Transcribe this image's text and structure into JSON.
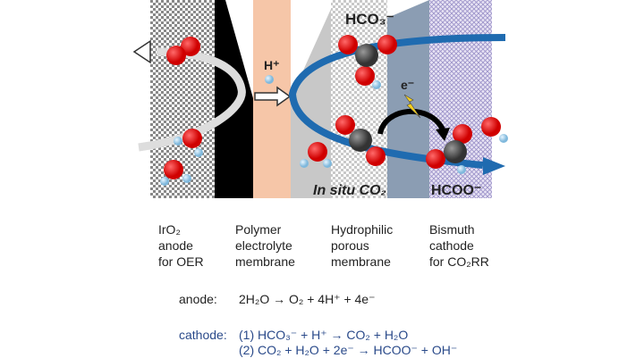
{
  "diagram": {
    "labels_in_figure": {
      "proton": "H⁺",
      "bicarbonate": "HCO₃⁻",
      "electron": "e⁻",
      "in_situ": "In situ CO₂",
      "formate": "HCOO⁻"
    },
    "columns": [
      {
        "lines": [
          "IrO₂",
          "anode",
          "for OER"
        ]
      },
      {
        "lines": [
          "Polymer",
          "electrolyte",
          "membrane"
        ]
      },
      {
        "lines": [
          "Hydrophilic",
          "porous",
          "membrane"
        ]
      },
      {
        "lines": [
          "Bismuth",
          "cathode",
          "for CO₂RR"
        ]
      }
    ],
    "equations": {
      "anode_label": "anode:",
      "anode_eq": "2H₂O → O₂ + 4H⁺ + 4e⁻",
      "cathode_label": "cathode:",
      "cathode_eq1": "(1) HCO₃⁻ + H⁺ → CO₂ + H₂O",
      "cathode_eq2": "(2) CO₂ + H₂O + 2e⁻ → HCOO⁻ + OH⁻"
    },
    "colors": {
      "membrane": "#f6c6a8",
      "blue_flow": "#1f6bb0",
      "oxygen": "#e01010",
      "carbon": "#555555",
      "hydrogen": "#a8d8f0",
      "cathode_gray": "#8b9db3",
      "cathode_hatch": "#b8b0d8"
    }
  }
}
